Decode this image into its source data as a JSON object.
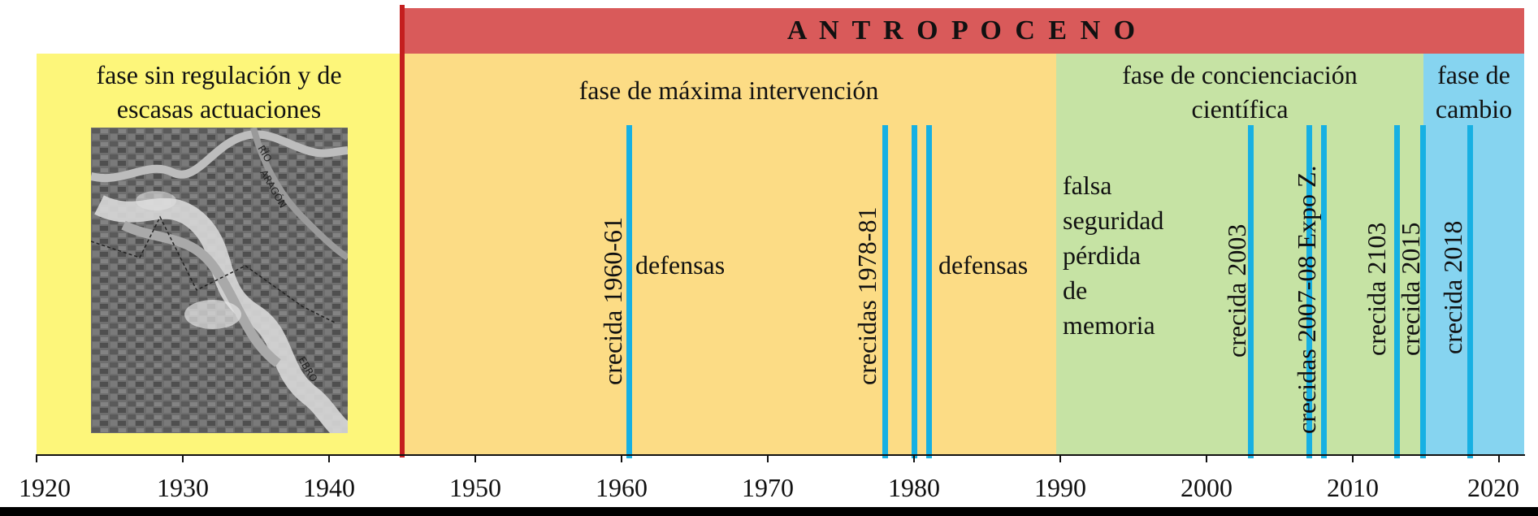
{
  "banner": {
    "label": "A N T R O P O C E N O",
    "color": "#d95a5a"
  },
  "phases": [
    {
      "id": "sin-regulacion",
      "lines": [
        "fase sin regulación y de",
        "escasas actuaciones"
      ],
      "color": "#fdf67a"
    },
    {
      "id": "maxima-intervencion",
      "lines": [
        "fase de máxima intervención"
      ],
      "color": "#fcdc85"
    },
    {
      "id": "concienciacion",
      "lines": [
        "fase de concienciación",
        "científica"
      ],
      "color": "#c6e3a4"
    },
    {
      "id": "cambio",
      "lines": [
        "fase de",
        "cambio"
      ],
      "color": "#86d4f0"
    }
  ],
  "divider": {
    "year": 1945,
    "color": "#c41e1e"
  },
  "photo": {
    "description": "aerial photo",
    "labels": [
      "RÍO",
      "ARAGÓN",
      "EBRO"
    ]
  },
  "annotations": {
    "defensas_1": "defensas",
    "defensas_2": "defensas",
    "falsa_seguridad": [
      "falsa",
      "seguridad",
      "pérdida",
      "de",
      "memoria"
    ]
  },
  "events": [
    {
      "year": 1960.5,
      "label": "crecida 1960-61"
    },
    {
      "year": 1978,
      "label": "crecidas 1978-81"
    },
    {
      "year": 1980,
      "label": ""
    },
    {
      "year": 1981,
      "label": ""
    },
    {
      "year": 2003,
      "label": "crecida 2003"
    },
    {
      "year": 2007,
      "label": "crecidas 2007-08 Expo Z."
    },
    {
      "year": 2008,
      "label": ""
    },
    {
      "year": 2013,
      "label": "crecida 2103"
    },
    {
      "year": 2014.8,
      "label": "crecida 2015"
    },
    {
      "year": 2018,
      "label": "crecida 2018"
    }
  ],
  "axis": {
    "ticks": [
      1920,
      1930,
      1940,
      1950,
      1960,
      1970,
      1980,
      1990,
      2000,
      2010,
      2020
    ]
  },
  "colors": {
    "event": "#17b0e3"
  }
}
